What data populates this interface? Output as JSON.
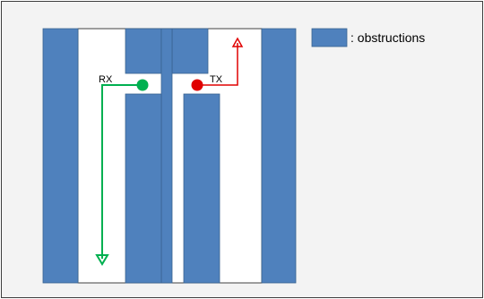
{
  "diagram": {
    "legend": {
      "label": ": obstructions",
      "swatch_color": "#4f81bd"
    },
    "nodes": {
      "receiver": {
        "label": "RX",
        "color": "#00b050"
      },
      "transmitter": {
        "label": "TX",
        "color": "#e00000"
      }
    },
    "colors": {
      "obstruction": "#4f81bd",
      "obstruction_edge": "#3a6390",
      "corridor": "#ffffff",
      "corridor_edge": "#404040",
      "background": "#f3f3f3"
    }
  }
}
